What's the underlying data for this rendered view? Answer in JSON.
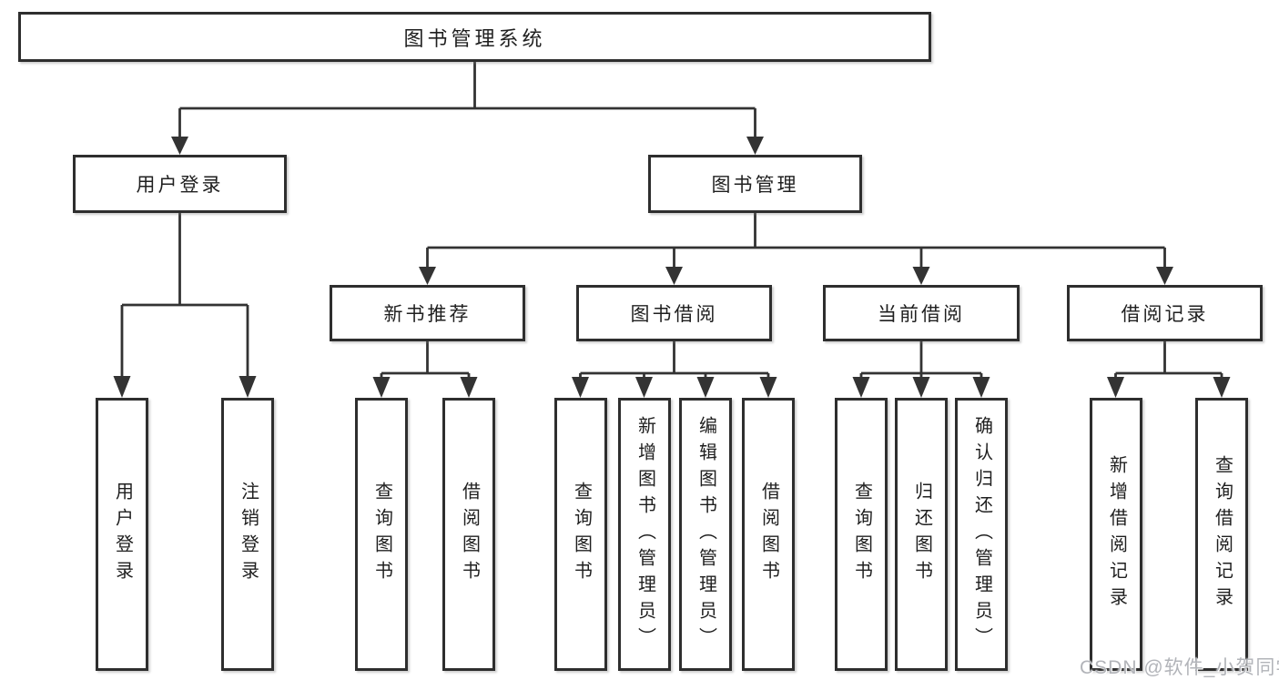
{
  "diagram": {
    "root": {
      "label": "图书管理系统"
    },
    "level2": [
      {
        "label": "用户登录"
      },
      {
        "label": "图书管理"
      }
    ],
    "level3": [
      {
        "label": "新书推荐",
        "parent": "图书管理"
      },
      {
        "label": "图书借阅",
        "parent": "图书管理"
      },
      {
        "label": "当前借阅",
        "parent": "图书管理"
      },
      {
        "label": "借阅记录",
        "parent": "图书管理"
      }
    ],
    "leaves": [
      {
        "label": "用户登录",
        "parent": "用户登录"
      },
      {
        "label": "注销登录",
        "parent": "用户登录"
      },
      {
        "label": "查询图书",
        "parent": "新书推荐"
      },
      {
        "label": "借阅图书",
        "parent": "新书推荐"
      },
      {
        "label": "查询图书",
        "parent": "图书借阅"
      },
      {
        "label": "新增图书（管理员）",
        "parent": "图书借阅"
      },
      {
        "label": "编辑图书（管理员）",
        "parent": "图书借阅"
      },
      {
        "label": "借阅图书",
        "parent": "图书借阅"
      },
      {
        "label": "查询图书",
        "parent": "当前借阅"
      },
      {
        "label": "归还图书",
        "parent": "当前借阅"
      },
      {
        "label": "确认归还（管理员）",
        "parent": "当前借阅"
      },
      {
        "label": "新增借阅记录",
        "parent": "借阅记录"
      },
      {
        "label": "查询借阅记录",
        "parent": "借阅记录"
      }
    ],
    "watermark": "CSDN @软件_小贺同学",
    "colors": {
      "line": "#333333",
      "box_border": "#2e2e2e",
      "text": "#1f1f1f",
      "watermark": "#b2b4b9",
      "background": "#ffffff"
    }
  }
}
